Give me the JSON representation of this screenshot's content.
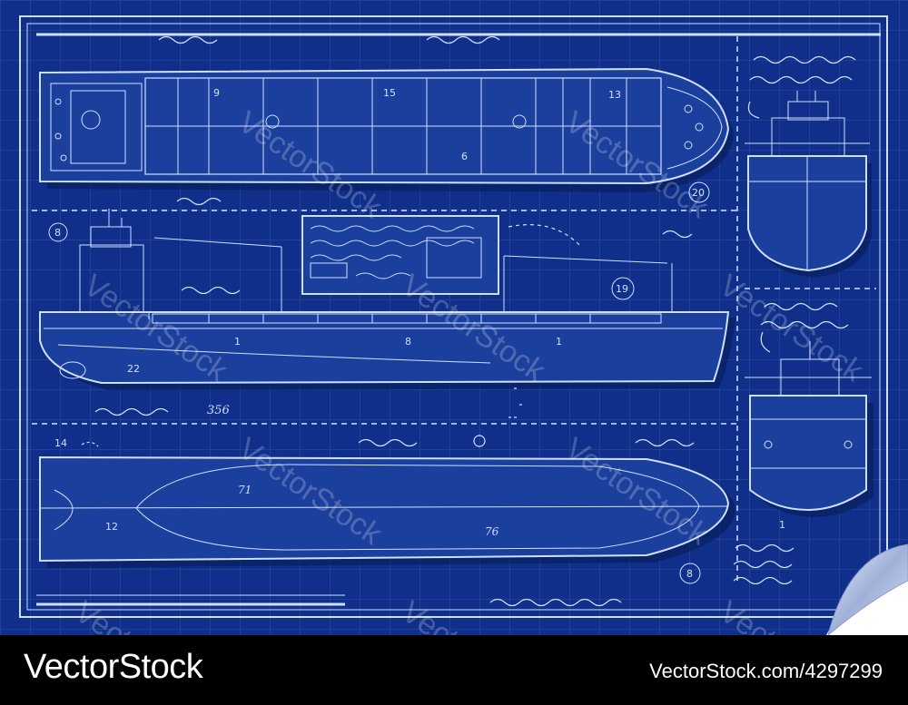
{
  "sheet": {
    "background": "#0f2f8a",
    "line_color": "#cfe0ff",
    "hull_fill": "#1b3f9c",
    "shadow_color": "#09205f",
    "watermark": "VectorStock"
  },
  "labels": {
    "top_plan_hold_numbers": [
      "9",
      "15",
      "13",
      "6"
    ],
    "top_plan_circle": "20",
    "profile_circle_left": "8",
    "profile_circle_right": "19",
    "profile_hull_number": "22",
    "profile_marks": [
      "1",
      "8",
      "1"
    ],
    "profile_note": "356",
    "plan_left_number": "14",
    "lower_hull_numbers": [
      "12",
      "71",
      "76"
    ],
    "lower_circle": "8",
    "front_view_number": "1"
  },
  "footer": {
    "brand": "VectorStock",
    "credit": "VectorStock.com/4297299"
  }
}
